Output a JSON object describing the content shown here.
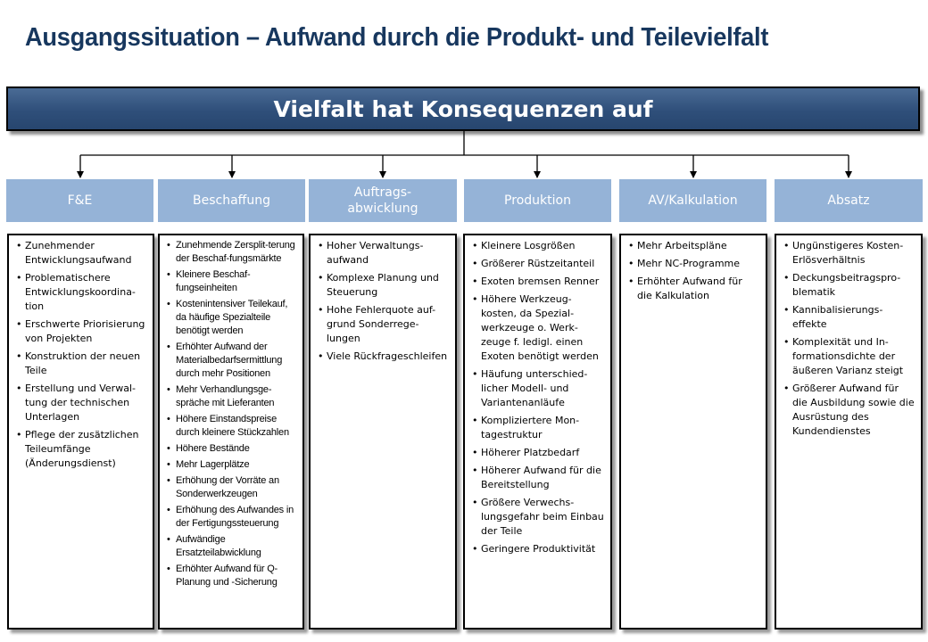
{
  "title": "Ausgangssituation  – Aufwand durch die Produkt- und Teilevielfalt",
  "banner": "Vielfalt hat Konsequenzen auf",
  "columns": [
    {
      "heading": "F&E",
      "items": [
        "Zunehmender Entwicklungsaufwand",
        "Problematischere Entwicklungskoordina-tion",
        "Erschwerte Priorisierung von Projekten",
        "Konstruktion der neuen Teile",
        "Erstellung und Verwal-tung der technischen Unterlagen",
        "Pflege der zusätzlichen Teileumfänge (Änderungsdienst)"
      ]
    },
    {
      "heading": "Beschaffung",
      "items": [
        "Zunehmende Zersplit-terung der Beschaf-fungsmärkte",
        "Kleinere Beschaf-fungseinheiten",
        "Kostenintensiver Teilekauf, da häufige Spezialteile benötigt werden",
        "Erhöhter Aufwand der Materialbedarfsermittlung durch mehr Positionen",
        "Mehr Verhandlungsge-spräche mit Lieferanten",
        "Höhere Einstandspreise durch kleinere Stückzahlen",
        "Höhere Bestände",
        "Mehr Lagerplätze",
        "Erhöhung der Vorräte an Sonderwerkzeugen",
        "Erhöhung des Aufwandes in der Fertigungssteuerung",
        "Aufwändige Ersatzteilabwicklung",
        "Erhöhter Aufwand für Q-Planung und -Sicherung"
      ]
    },
    {
      "heading": "Auftrags-abwicklung",
      "items": [
        "Hoher Verwaltungs-aufwand",
        "Komplexe Planung und Steuerung",
        "Hohe Fehlerquote auf-grund Sonderrege-lungen",
        "Viele Rückfrageschleifen"
      ]
    },
    {
      "heading": "Produktion",
      "items": [
        "Kleinere Losgrößen",
        "Größerer Rüstzeitanteil",
        "Exoten bremsen Renner",
        "Höhere Werkzeug-kosten, da Spezial-werkzeuge o. Werk-zeuge f. ledigl. einen Exoten benötigt werden",
        "Häufung unterschied-licher Modell- und Variantenanläufe",
        "Komplizierte­re Mon-tagestruktur",
        "Höherer Platzbedarf",
        "Höherer Aufwand für die Bereitstellung",
        "Größere Verwechs-lungsgefahr beim Einbau der Teile",
        "Geringere Produktivität"
      ]
    },
    {
      "heading": "AV/Kalkulation",
      "items": [
        "Mehr Arbeitspläne",
        "Mehr NC-Programme",
        "Erhöhter Aufwand für die Kalkulation"
      ]
    },
    {
      "heading": "Absatz",
      "items": [
        "Ungünstigeres Kosten-Erlösverhältnis",
        "Deckungsbeitragspro-blematik",
        "Kannibalisierungs-effekte",
        "Komplexität und In-formationsdichte der äußeren Varianz steigt",
        "Größerer Aufwand für die Ausbildung sowie die Ausrüstung des Kundendienstes"
      ]
    }
  ]
}
